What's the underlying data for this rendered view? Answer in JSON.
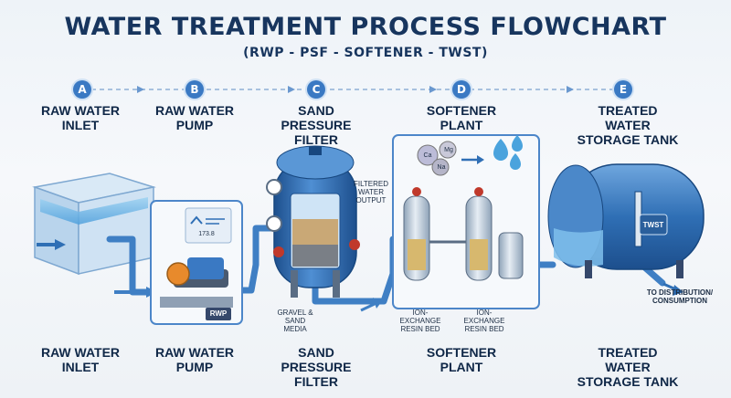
{
  "title": "WATER TREATMENT PROCESS FLOWCHART",
  "subtitle": "(RWP - PSF - SOFTENER - TWST)",
  "stages": [
    {
      "badge": "A",
      "top_label": "RAW WATER INLET",
      "bottom_label": "RAW WATER INLET"
    },
    {
      "badge": "B",
      "top_label": "RAW WATER PUMP",
      "bottom_label": "RAW WATER PUMP"
    },
    {
      "badge": "C",
      "top_label": "SAND PRESSURE FILTER",
      "bottom_label": "SAND PRESSURE FILTER"
    },
    {
      "badge": "D",
      "top_label": "SOFTENER PLANT",
      "bottom_label": "SOFTENER PLANT"
    },
    {
      "badge": "E",
      "top_label": "TREATED WATER STORAGE TANK",
      "bottom_label": "TREATED WATER STORAGE TANK"
    }
  ],
  "annotations": {
    "rwp_tag": "RWP",
    "gauge_reading": "173.8",
    "filtered_output": "FILTERED WATER OUTPUT",
    "gravel_media": "GRAVEL & SAND MEDIA",
    "resin_bed_1": "ION-EXCHANGE RESIN BED",
    "resin_bed_2": "ION-EXCHANGE RESIN BED",
    "twst_tag": "TWST",
    "distribution": "TO DISTRIBUTION/ CONSUMPTION",
    "ion_ca": "Ca",
    "ion_mg": "Mg",
    "ion_na": "Na"
  },
  "colors": {
    "title": "#17355e",
    "badge": "#3a79c3",
    "pipe": "#3f7fc4",
    "orange_pipe": "#e88a2c",
    "tank": "#2f6fb5",
    "panel_border": "#4c86c9"
  }
}
